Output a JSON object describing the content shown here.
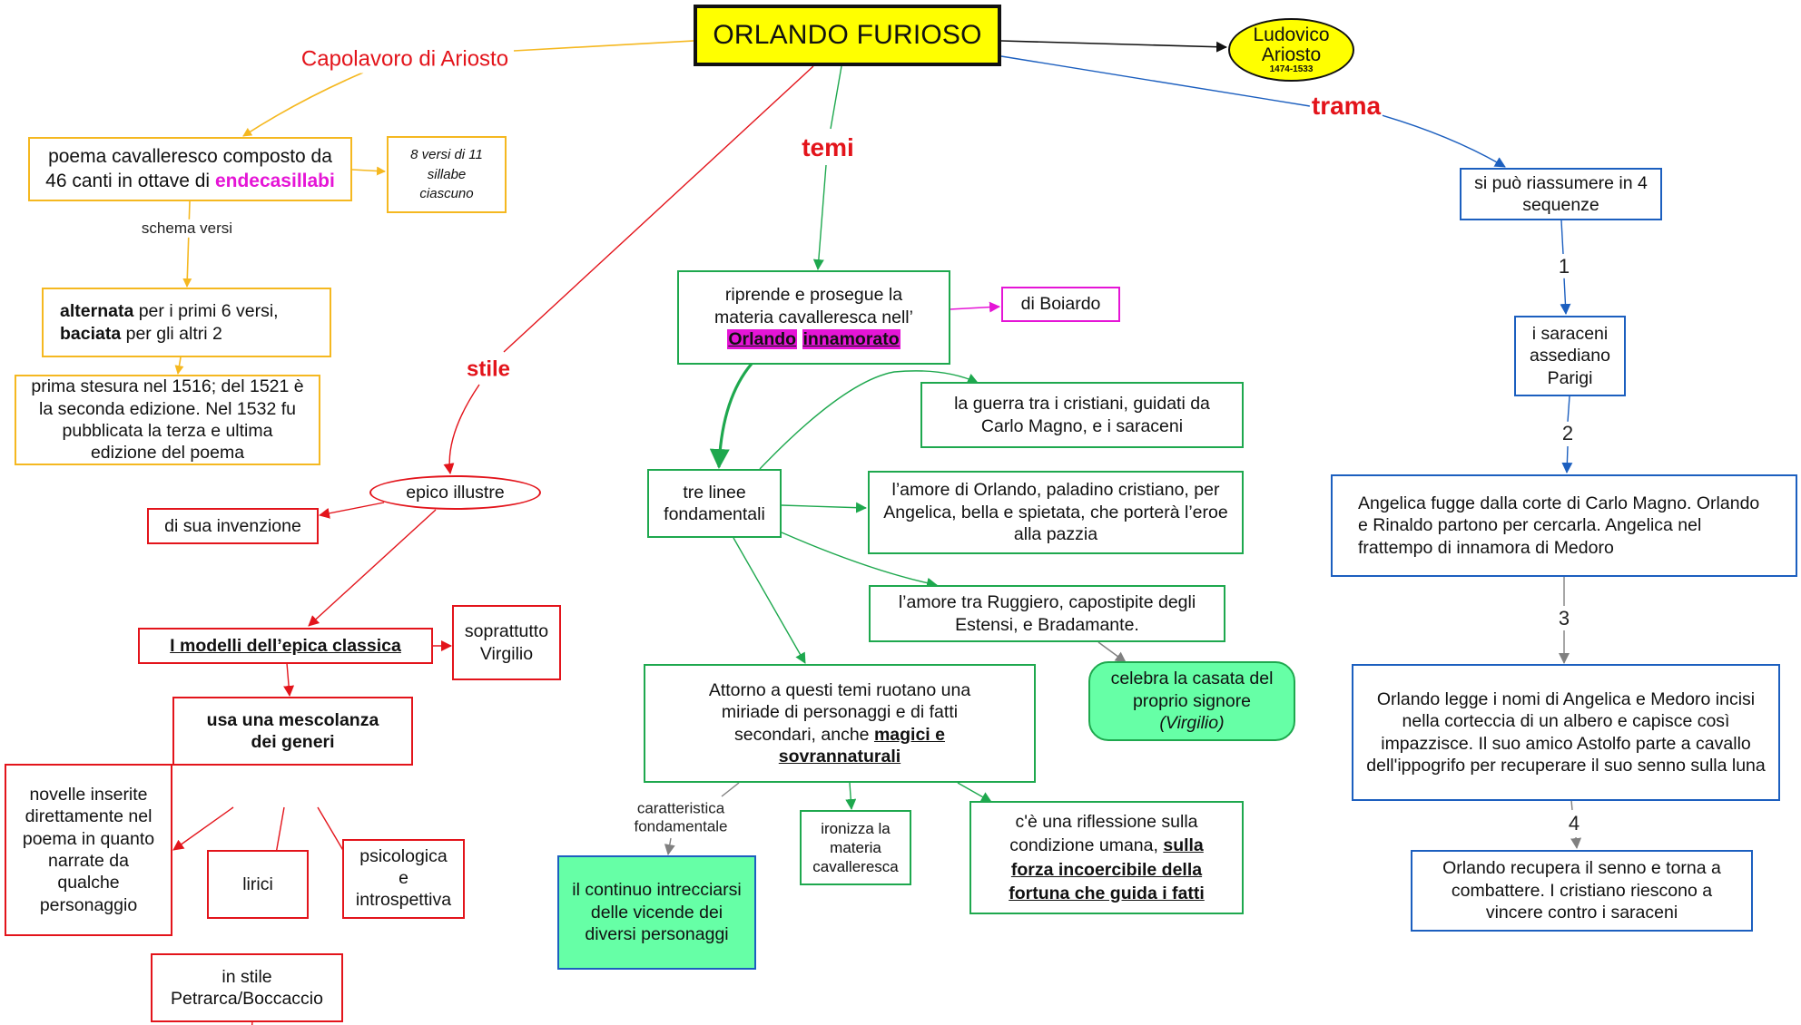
{
  "title": "ORLANDO FURIOSO",
  "author": {
    "name_line1": "Ludovico",
    "name_line2": "Ariosto",
    "years": "1474-1533"
  },
  "colors": {
    "yellow_branch": "#f5b820",
    "red_branch": "#e3141b",
    "green_branch": "#1ea84e",
    "blue_branch": "#1c5fbf",
    "highlight_magenta": "#e515d6",
    "title_fill": "#ffff00",
    "green_fill": "#66ffa6"
  },
  "left_branch": {
    "label": "Capolavoro di Ariosto",
    "poema": {
      "text": "poema cavalleresco composto da 46 canti in ottave di",
      "highlight": "endecasillabi"
    },
    "ottava_note": {
      "line1": "8 versi di 11",
      "line2": "sillabe",
      "line3": "ciascuno"
    },
    "edge_schema": "schema versi",
    "schema": {
      "bold1": "alternata",
      "rest1": " per i primi 6 versi,",
      "bold2": "baciata",
      "rest2": " per gli altri 2"
    },
    "edizioni": "prima stesura  nel 1516; del 1521 è la seconda edizione. Nel 1532 fu pubblicata la terza e ultima edizione del poema"
  },
  "stile_branch": {
    "label": "stile",
    "epico": "epico illustre",
    "invenzione": "di sua invenzione",
    "modelli": "I modelli dell’epica classica",
    "virgilio": {
      "line1": "soprattutto",
      "line2": "Virgilio"
    },
    "mescolanza": "usa una mescolanza dei generi",
    "novelle": "novelle inserite direttamente nel poema in quanto narrate da qualche personaggio",
    "lirici": "lirici",
    "psicologica": {
      "line1": "psicologica",
      "line2": "e",
      "line3": "introspettiva"
    },
    "petrarca": {
      "line1": "in stile",
      "line2": "Petrarca/Boccaccio"
    }
  },
  "temi_branch": {
    "label": "temi",
    "riprende": {
      "line1": "riprende e prosegue la",
      "line2": "materia cavalleresca nell’",
      "hl1": "Orlando",
      "hl2": "innamorato"
    },
    "boiardo": "di Boiardo",
    "tre_linee": {
      "line1": "tre linee",
      "line2": "fondamentali"
    },
    "guerra": "la guerra tra i cristiani, guidati da Carlo Magno, e i saraceni",
    "amore_orlando": "l’amore di Orlando, paladino cristiano, per Angelica, bella e spietata, che porterà l’eroe alla pazzia",
    "amore_ruggiero": "l’amore tra Ruggiero, capostipite degli Estensi, e Bradamante.",
    "celebra": {
      "text": "celebra la casata del proprio signore",
      "note": "(Virgilio)"
    },
    "attorno": {
      "text": "Attorno a questi temi ruotano una miriade di personaggi e di fatti secondari, anche",
      "emph": "magici e sovrannaturali"
    },
    "edge_caratteristica": "caratteristica fondamentale",
    "intrecciarsi": "il continuo intrecciarsi delle vicende dei diversi personaggi",
    "ironizza": "ironizza la materia cavalleresca",
    "riflessione": {
      "text": "c'è una riflessione sulla condizione umana,",
      "emph": "sulla forza incoercibile della fortuna che guida i fatti"
    }
  },
  "trama_branch": {
    "label": "trama",
    "intro": "si può riassumere in 4 sequenze",
    "steps": [
      {
        "num": "1",
        "text": "i saraceni assediano Parigi"
      },
      {
        "num": "2",
        "text": "Angelica fugge dalla corte di Carlo Magno. Orlando e Rinaldo partono per cercarla. Angelica nel frattempo di innamora di Medoro"
      },
      {
        "num": "3",
        "text": "Orlando legge i nomi di Angelica e Medoro incisi nella corteccia di un albero e capisce così impazzisce. Il suo amico Astolfo parte a cavallo dell'ippogrifo per recuperare il suo senno sulla luna"
      },
      {
        "num": "4",
        "text": "Orlando recupera il senno e torna a combattere. I cristiano riescono a vincere contro i saraceni"
      }
    ]
  }
}
